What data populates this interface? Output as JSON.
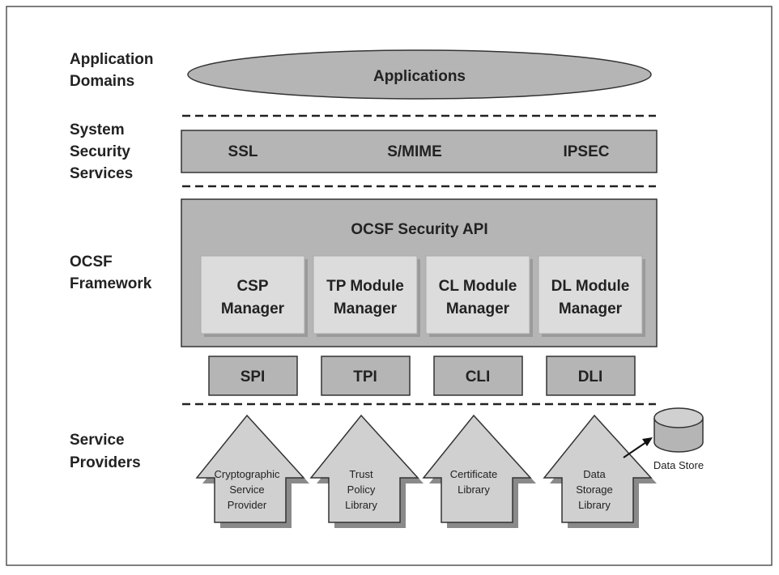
{
  "layers": {
    "application_domains": [
      "Application",
      "Domains"
    ],
    "system_security_services": [
      "System",
      "Security",
      "Services"
    ],
    "ocsf_framework": [
      "OCSF",
      "Framework"
    ],
    "service_providers": [
      "Service",
      "Providers"
    ]
  },
  "applications": {
    "label": "Applications"
  },
  "security_services": [
    "SSL",
    "S/MIME",
    "IPSEC"
  ],
  "framework": {
    "title": "OCSF Security API",
    "managers": [
      [
        "CSP",
        "Manager"
      ],
      [
        "TP Module",
        "Manager"
      ],
      [
        "CL Module",
        "Manager"
      ],
      [
        "DL Module",
        "Manager"
      ]
    ]
  },
  "interfaces": [
    "SPI",
    "TPI",
    "CLI",
    "DLI"
  ],
  "providers": [
    [
      "Cryptographic",
      "Service",
      "Provider"
    ],
    [
      "Trust",
      "Policy",
      "Library"
    ],
    [
      "Certificate",
      "Library"
    ],
    [
      "Data",
      "Storage",
      "Library"
    ]
  ],
  "data_store": {
    "label": "Data Store"
  },
  "colors": {
    "box_fill": "#b5b5b5",
    "inner_box_fill": "#dcdcdc",
    "inner_shadow": "#9a9a9a",
    "arrow_fill": "#d0d0d0",
    "arrow_shadow": "#8a8a8a",
    "stroke": "#333333"
  }
}
